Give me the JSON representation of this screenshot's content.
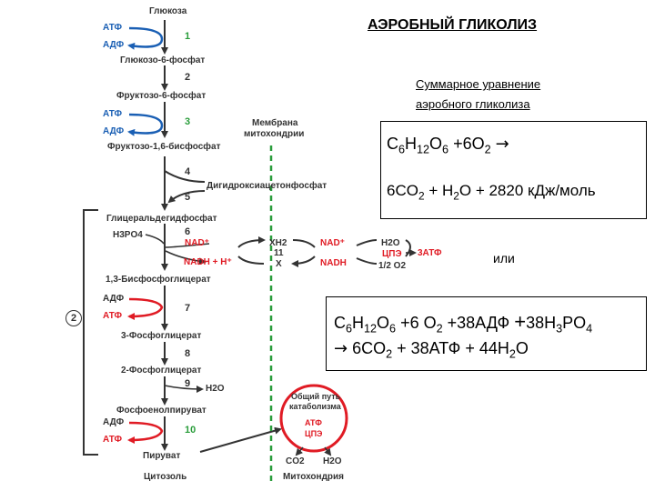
{
  "diagram": {
    "glucose": "Глюкоза",
    "g6p": "Глюкозо-6-фосфат",
    "f6p": "Фруктозо-6-фосфат",
    "f16bp": "Фруктозо-1,6-бисфосфат",
    "dhap": "Дигидроксиацетонфосфат",
    "gap": "Глицеральдегидфосфат",
    "h3po4": "H3PO4",
    "bpg": "1,3-Бисфосфоглицерат",
    "pg3": "3-Фосфоглицерат",
    "pg2": "2-Фосфоглицерат",
    "pep": "Фосфоенолпируват",
    "pyruvate": "Пируват",
    "cytosol": "Цитозоль",
    "mitochondria": "Митохондрия",
    "membrane": [
      "Мембрана",
      "митохондрии"
    ],
    "atp": "АТФ",
    "adp": "АДФ",
    "h2o": "H2O",
    "nad_plus": "NAD⁺",
    "nadh": "NADH + H⁺",
    "nadh_short": "NADH",
    "xh2": "XH2",
    "x": "X",
    "shuttle_num": "11",
    "cpe": "ЦПЭ",
    "three_atp": "3АТФ",
    "half_o2": "1/2 O2",
    "co2": "CO2",
    "circled_two": "2",
    "catabolism": [
      "Общий путь",
      "катаболизма"
    ],
    "steps": [
      "1",
      "2",
      "3",
      "4",
      "5",
      "6",
      "7",
      "8",
      "9",
      "10"
    ]
  },
  "panel": {
    "title": "АЭРОБНЫЙ ГЛИКОЛИЗ",
    "subtitle_line1": "Суммарное уравнение",
    "subtitle_line2": "аэробного   гликолиза",
    "or": "или"
  }
}
